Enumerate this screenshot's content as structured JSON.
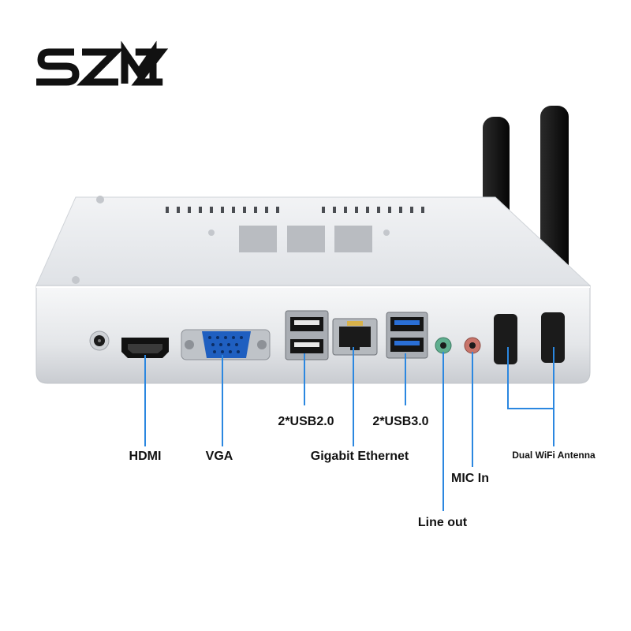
{
  "brand": {
    "logo_text": "SZMZ"
  },
  "colors": {
    "callout_line": "#2b87e0",
    "chassis": "#e6e8ec",
    "antenna": "#111111",
    "vga_blue": "#1f5fc0",
    "usb3_blue": "#2a6fd6",
    "audio_green": "#5fae8f",
    "audio_pink": "#c8746a"
  },
  "labels": {
    "hdmi": "HDMI",
    "vga": "VGA",
    "usb2": "2*USB2.0",
    "ethernet": "Gigabit Ethernet",
    "usb3": "2*USB3.0",
    "line_out": "Line out",
    "mic_in": "MIC In",
    "wifi": "Dual WiFi Antenna"
  },
  "icons": [
    "dc-power-jack-icon",
    "hdmi-port-icon",
    "vga-port-icon",
    "usb2-port-icon",
    "rj45-port-icon",
    "usb3-port-icon",
    "line-out-jack-icon",
    "mic-in-jack-icon",
    "wifi-antenna-icon"
  ]
}
